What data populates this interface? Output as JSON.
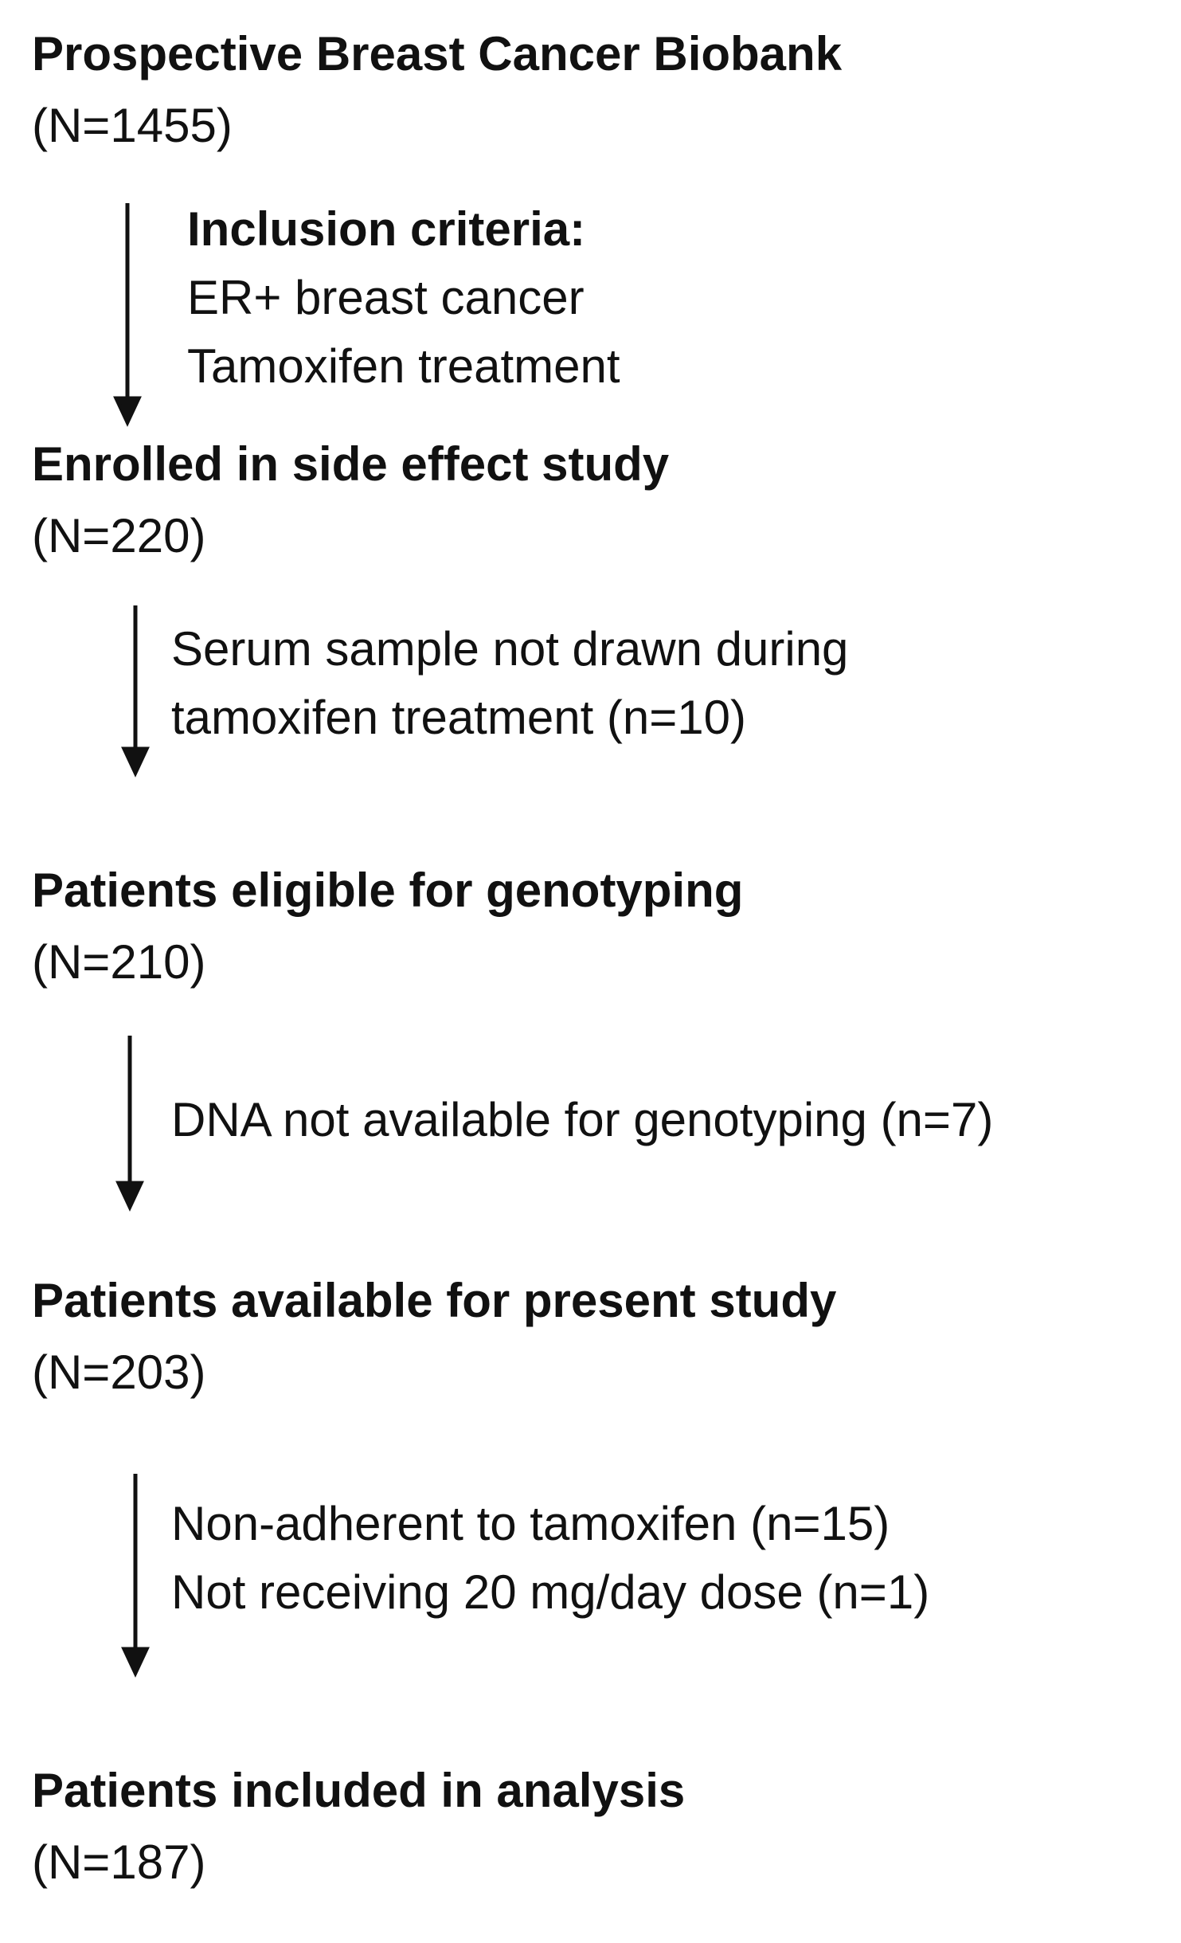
{
  "steps": [
    {
      "title": "Prospective Breast Cancer Biobank",
      "count": "(N=1455)"
    },
    {
      "title": "Enrolled in side effect study",
      "count": "(N=220)"
    },
    {
      "title": "Patients eligible for genotyping",
      "count": "(N=210)"
    },
    {
      "title": "Patients available for present study",
      "count": "(N=203)"
    },
    {
      "title": "Patients included in analysis",
      "count": "(N=187)"
    }
  ],
  "transitions": [
    {
      "lines": [
        "Inclusion criteria:",
        "ER+ breast cancer",
        "Tamoxifen treatment"
      ]
    },
    {
      "lines": [
        "Serum sample not drawn during",
        "tamoxifen treatment (n=10)"
      ]
    },
    {
      "lines": [
        "DNA not available for genotyping (n=7)"
      ]
    },
    {
      "lines": [
        "Non-adherent to tamoxifen (n=15)",
        "Not receiving 20 mg/day dose (n=1)"
      ]
    }
  ]
}
